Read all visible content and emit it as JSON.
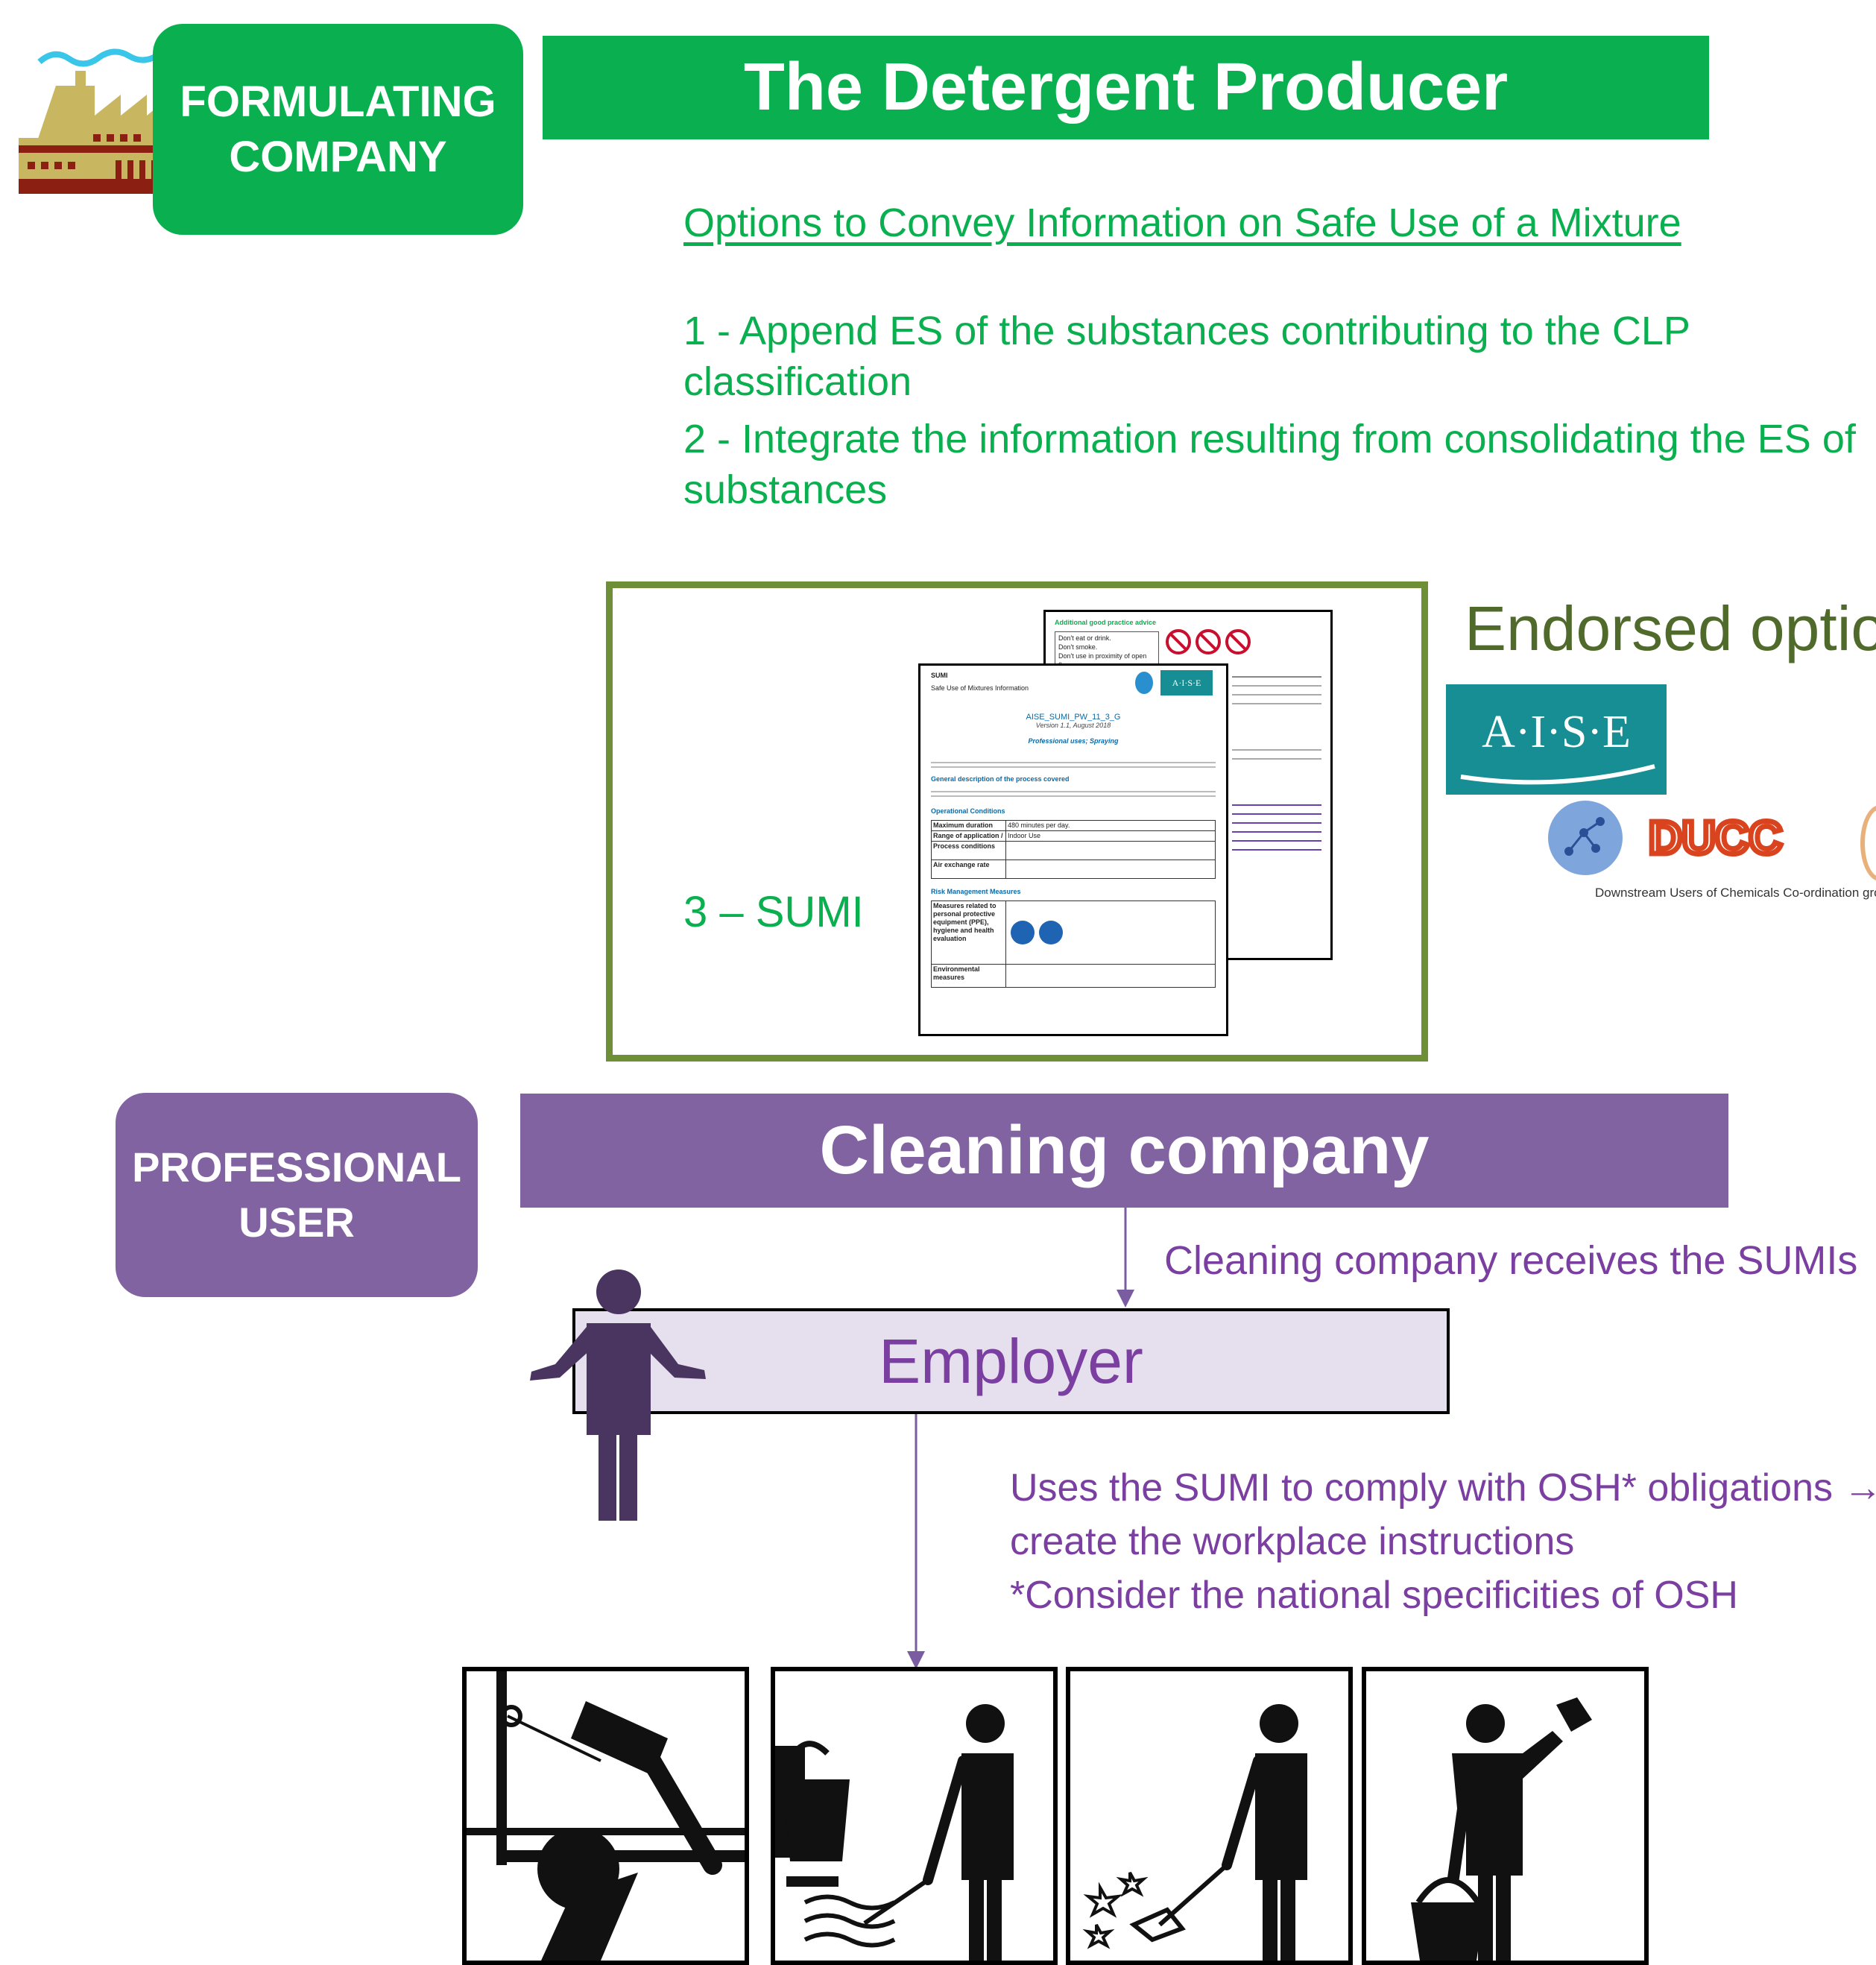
{
  "formulating": {
    "label_line1": "FORMULATING",
    "label_line2": "COMPANY",
    "title": "The Detergent Producer"
  },
  "options": {
    "heading": "Options to Convey Information on Safe Use of a Mixture",
    "option1": "1 - Append ES of the substances contributing to the CLP classification",
    "option2_line1": "2 - Integrate the information resulting from consolidating the ES of",
    "option2_line2": "substances",
    "option3": "3 – SUMI"
  },
  "endorsed": {
    "label": "Endorsed option",
    "aise_logo": "A·I·S·E",
    "duc_logo": "DUCC",
    "duc_caption": "Downstream Users of Chemicals Co-ordination gro"
  },
  "sumi_doc": {
    "back_heading": "Additional good practice advice",
    "back_line1": "Don't eat or drink.",
    "back_line2": "Don't smoke.",
    "back_line3": "Don't use in proximity of open flame.",
    "front_header1": "SUMI",
    "front_header2": "Safe Use of Mixtures Information",
    "front_code": "AISE_SUMI_PW_11_3_G",
    "front_version": "Version 1.1, August 2018",
    "front_subtitle": "Professional uses; Spraying",
    "section_general": "General description of the process covered",
    "section_operational": "Operational Conditions",
    "section_rmm": "Risk Management Measures",
    "row_max_duration": "Maximum duration",
    "row_max_duration_val": "480 minutes per day.",
    "row_range": "Range of application /",
    "row_range_val": "Indoor Use",
    "row_process": "Process conditions",
    "row_air": "Air exchange rate",
    "row_ppe": "Measures related to personal protective equipment (PPE), hygiene and health evaluation",
    "row_env": "Environmental measures",
    "logo_text": "A·I·S·E"
  },
  "professional": {
    "label_line1": "PROFESSIONAL",
    "label_line2": "USER",
    "title": "Cleaning company",
    "receives_note": "Cleaning company receives the SUMIs",
    "employer": "Employer",
    "osh_line1": "Uses the SUMI to comply with OSH* obligations →",
    "osh_line2": "create the workplace instructions",
    "osh_line3": "*Consider the national specificities of OSH"
  },
  "colors": {
    "green": "#0aaf4f",
    "olive_frame": "#6f8f36",
    "purple": "#8063a0",
    "purple_text": "#7a3fa0",
    "teal_logo": "#168e93",
    "employer_fill": "#e6e0ee"
  },
  "icons": [
    "factory-icon",
    "person-shrug-icon",
    "window-cleaning-icon",
    "mopping-icon",
    "sweeping-icon",
    "wiping-icon"
  ]
}
